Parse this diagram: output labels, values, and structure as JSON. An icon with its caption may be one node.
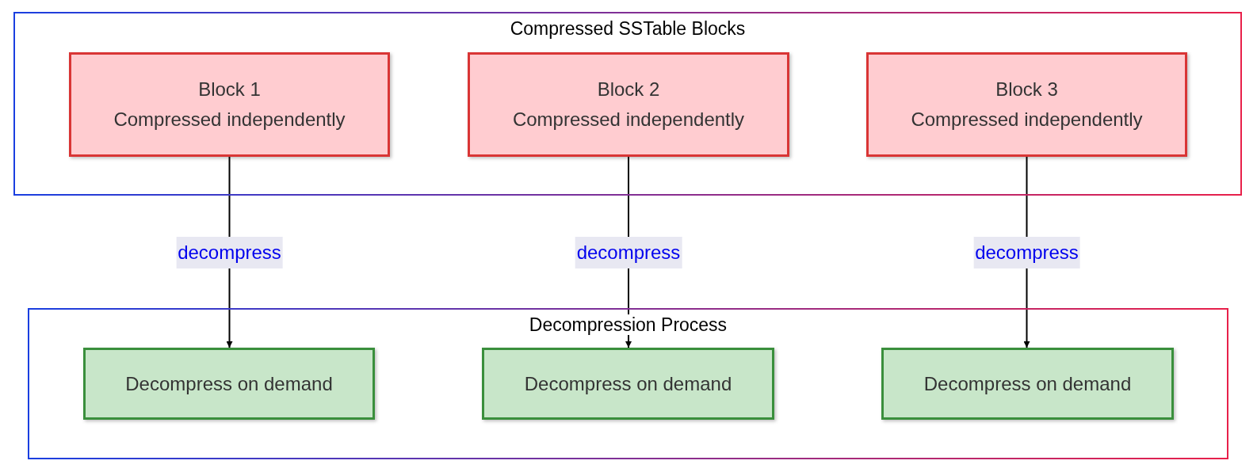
{
  "diagram": {
    "nodes": [
      {
        "text": [
          "Compressed SSTable Blocks"
        ]
      },
      {
        "text": [
          "Decompression Process"
        ]
      },
      {
        "text": [
          "Block 1",
          "Compressed independently"
        ],
        "in": 0
      },
      {
        "text": [
          "Block 2",
          "Compressed independently"
        ],
        "in": 0
      },
      {
        "text": [
          "Block 3",
          "Compressed independently"
        ],
        "in": 0
      },
      {
        "text": [
          "Decompress on demand"
        ],
        "in": 1
      },
      {
        "text": [
          "Decompress on demand"
        ],
        "in": 1
      },
      {
        "text": [
          "Decompress on demand"
        ],
        "in": 1
      }
    ],
    "edges": [
      {
        "from": 2,
        "to": 5,
        "arrow": "to",
        "label": "decompress"
      },
      {
        "from": 3,
        "to": 6,
        "arrow": "to",
        "label": "decompress"
      },
      {
        "from": 4,
        "to": 7,
        "arrow": "to",
        "label": "decompress"
      }
    ]
  }
}
